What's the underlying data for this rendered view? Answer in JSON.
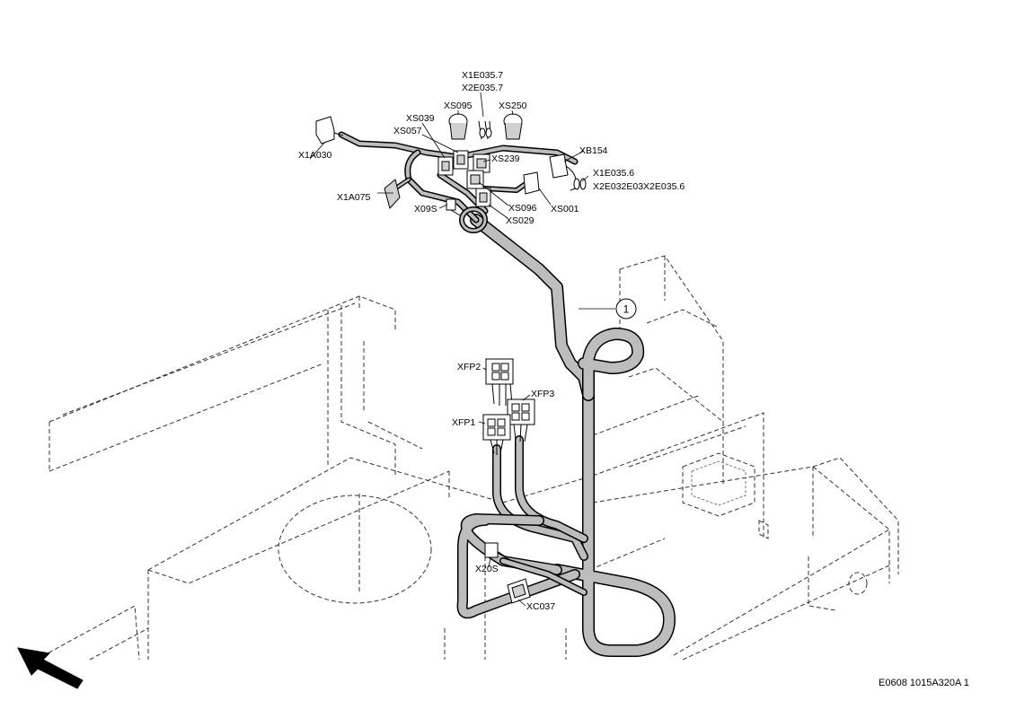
{
  "labels": {
    "x1e0357": "X1E035.7",
    "x2e0357": "X2E035.7",
    "xs095": "XS095",
    "xs250": "XS250",
    "xs039": "XS039",
    "xs057": "XS057",
    "x1a030": "X1A030",
    "xb154": "XB154",
    "xs239": "XS239",
    "x1e0356": "X1E035.6",
    "x2e032": "X2E032E03X2E035.6",
    "x1a075": "X1A075",
    "x09s": "X09S",
    "xs096": "XS096",
    "xs001": "XS001",
    "xs029": "XS029",
    "callout": "1",
    "xfp2": "XFP2",
    "xfp3": "XFP3",
    "xfp1": "XFP1",
    "x20s": "X20S",
    "xc037": "XC037"
  },
  "figure_code": "E0608 1015A320A 1",
  "icons": {
    "direction_arrow": "front-direction-arrow-icon"
  },
  "colors": {
    "line": "#000000",
    "harness_fill": "#bdbdbd",
    "background": "#ffffff"
  }
}
